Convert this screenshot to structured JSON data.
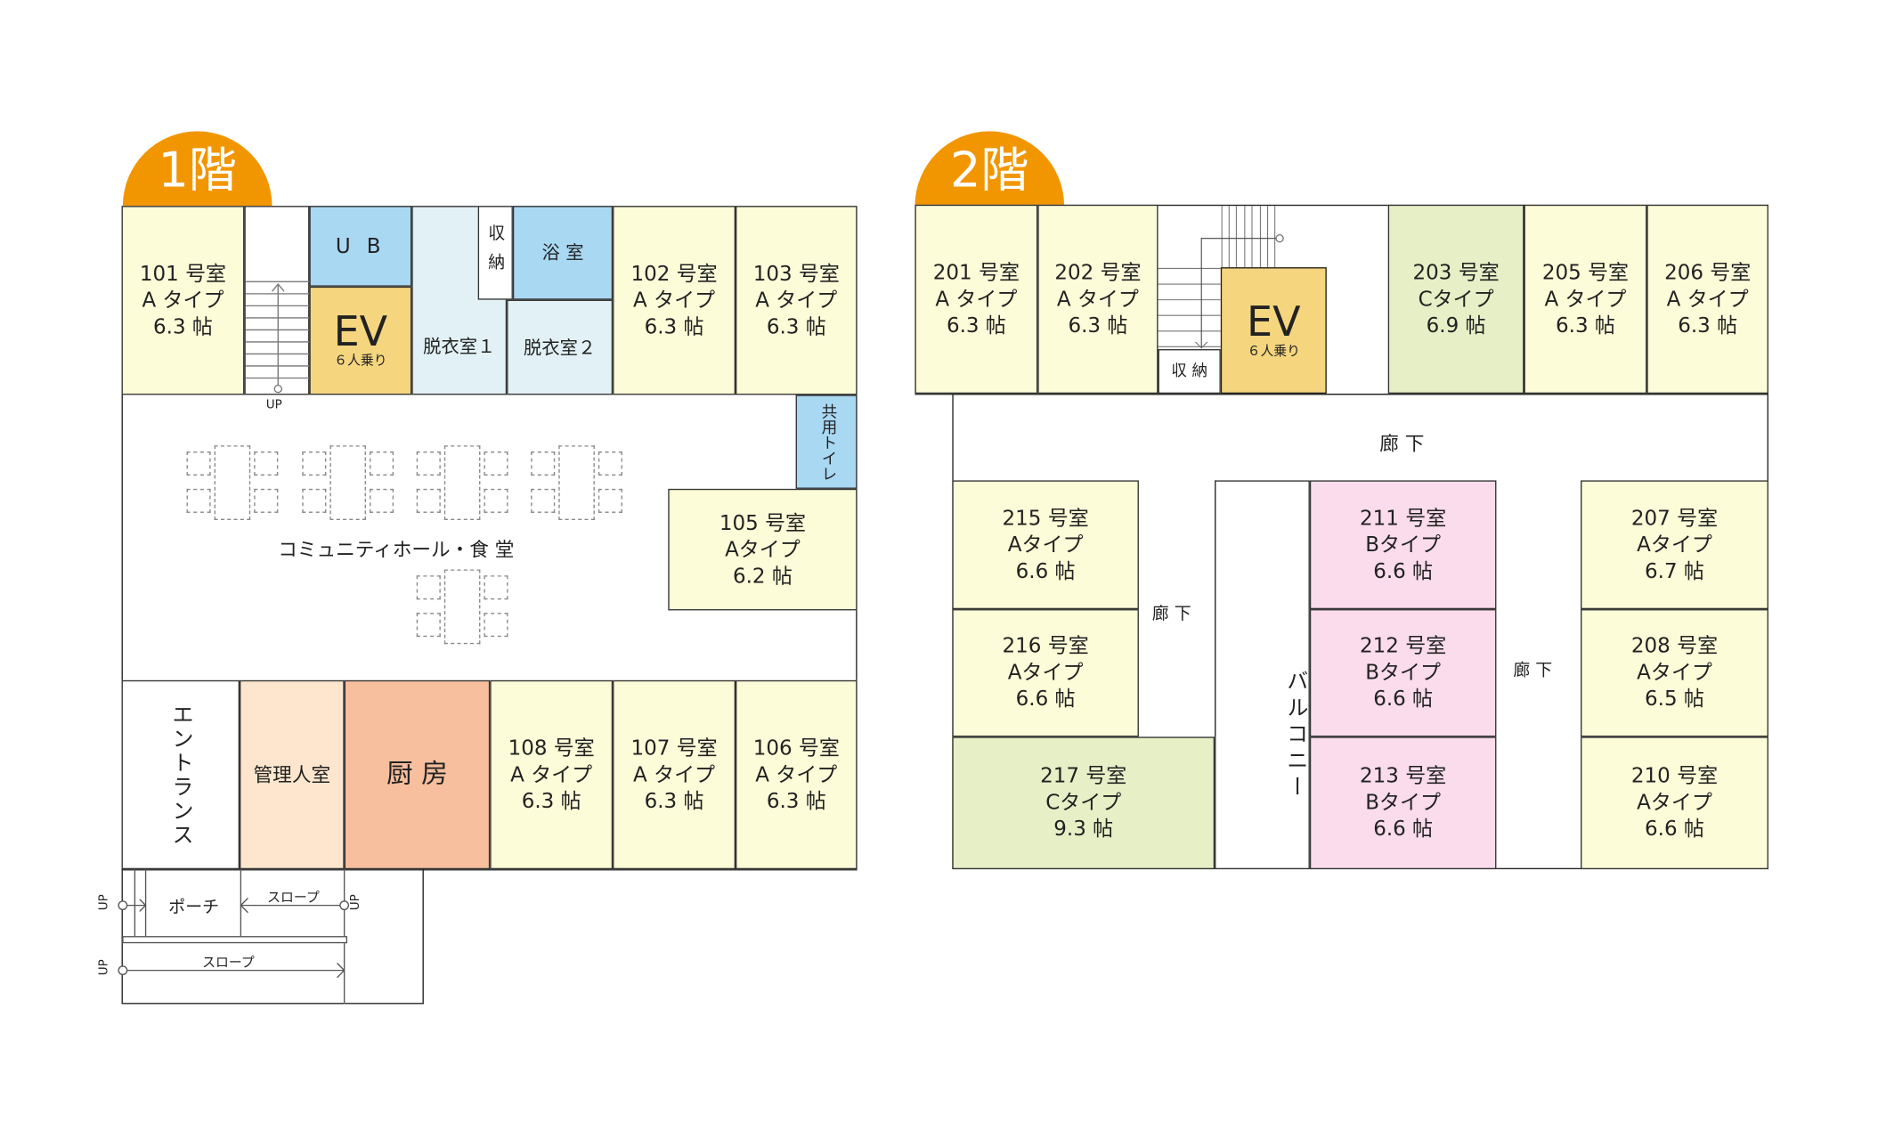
{
  "colors": {
    "cream": "#fdfcd8",
    "blue": "#a9d8f2",
    "paleblue": "#e1f1f6",
    "ev": "#f5d67f",
    "green": "#e6efc6",
    "pink": "#fadcec",
    "badge": "#f29600",
    "kitchen": "#f7bf9d",
    "manager": "#fde6cd"
  },
  "floor1": {
    "badge": "1階",
    "rooms": [
      {
        "num": "101 号室",
        "type": "A タイプ",
        "size": "6.3 帖",
        "color": "cream"
      },
      {
        "num": "102 号室",
        "type": "A タイプ",
        "size": "6.3 帖",
        "color": "cream"
      },
      {
        "num": "103 号室",
        "type": "A タイプ",
        "size": "6.3 帖",
        "color": "cream"
      },
      {
        "num": "105 号室",
        "type": "Aタイプ",
        "size": "6.2 帖",
        "color": "cream"
      },
      {
        "num": "108 号室",
        "type": "A タイプ",
        "size": "6.3 帖",
        "color": "cream"
      },
      {
        "num": "107 号室",
        "type": "A タイプ",
        "size": "6.3 帖",
        "color": "cream"
      },
      {
        "num": "106 号室",
        "type": "A タイプ",
        "size": "6.3 帖",
        "color": "cream"
      }
    ],
    "ub": "U B",
    "ev": "EV",
    "ev_cap": "６人乗り",
    "storage": "収納",
    "bath": "浴 室",
    "dressing1": "脱衣室１",
    "dressing2": "脱衣室２",
    "toilet": "共用トイレ",
    "hall": "コミュニティホール・食 堂",
    "entrance": "エントランス",
    "manager": "管理人室",
    "kitchen": "厨 房",
    "stairs_up": "UP",
    "porch": "ポーチ",
    "slope": "スロープ",
    "up": "UP"
  },
  "floor2": {
    "badge": "2階",
    "rooms": [
      {
        "num": "201 号室",
        "type": "A タイプ",
        "size": "6.3 帖",
        "color": "cream"
      },
      {
        "num": "202 号室",
        "type": "A タイプ",
        "size": "6.3 帖",
        "color": "cream"
      },
      {
        "num": "203 号室",
        "type": "Cタイプ",
        "size": "6.9 帖",
        "color": "green"
      },
      {
        "num": "205 号室",
        "type": "A タイプ",
        "size": "6.3 帖",
        "color": "cream"
      },
      {
        "num": "206 号室",
        "type": "A タイプ",
        "size": "6.3 帖",
        "color": "cream"
      },
      {
        "num": "215 号室",
        "type": "Aタイプ",
        "size": "6.6 帖",
        "color": "cream"
      },
      {
        "num": "216 号室",
        "type": "Aタイプ",
        "size": "6.6 帖",
        "color": "cream"
      },
      {
        "num": "217 号室",
        "type": "Cタイプ",
        "size": "9.3 帖",
        "color": "green"
      },
      {
        "num": "211 号室",
        "type": "Bタイプ",
        "size": "6.6 帖",
        "color": "pink"
      },
      {
        "num": "212 号室",
        "type": "Bタイプ",
        "size": "6.6 帖",
        "color": "pink"
      },
      {
        "num": "213 号室",
        "type": "Bタイプ",
        "size": "6.6 帖",
        "color": "pink"
      },
      {
        "num": "207 号室",
        "type": "Aタイプ",
        "size": "6.7 帖",
        "color": "cream"
      },
      {
        "num": "208 号室",
        "type": "Aタイプ",
        "size": "6.5 帖",
        "color": "cream"
      },
      {
        "num": "210 号室",
        "type": "Aタイプ",
        "size": "6.6 帖",
        "color": "cream"
      }
    ],
    "ev": "EV",
    "ev_cap": "６人乗り",
    "storage": "収 納",
    "corridor": "廊 下",
    "balcony": "バルコニー"
  }
}
